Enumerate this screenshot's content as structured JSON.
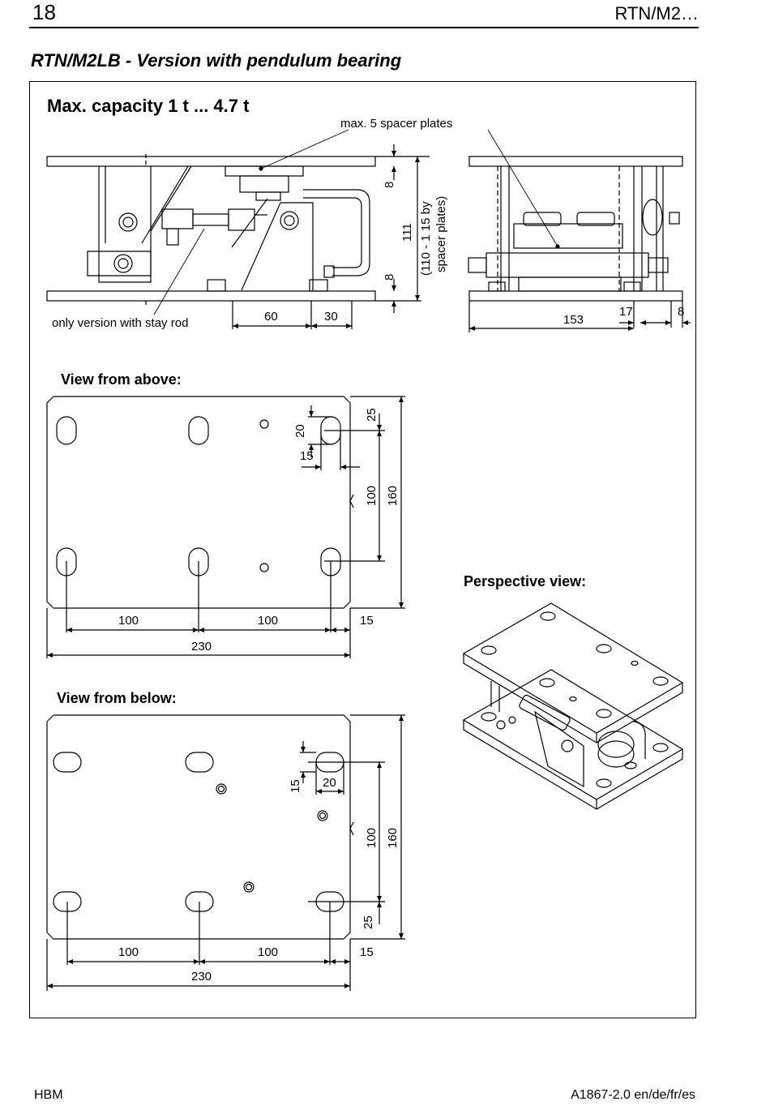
{
  "header": {
    "page_number": "18",
    "running_title": "RTN/M2…"
  },
  "section_title": "RTN/M2LB - Version with pendulum bearing",
  "figure": {
    "capacity": "Max. capacity 1 t ... 4.7 t",
    "side_view": {
      "spacer_note": "max. 5 spacer plates",
      "stay_rod_note": "only version with stay rod",
      "dim_plate_top": "8",
      "dim_plate_bottom": "8",
      "dim_height": "111",
      "dim_height_note_1": "(110 - 1 15 by",
      "dim_height_note_2": "spacer plates)",
      "dim_60": "60",
      "dim_30": "30"
    },
    "end_view": {
      "dim_153": "153",
      "dim_17": "17",
      "dim_8": "8"
    },
    "view_above": {
      "title": "View from above:",
      "dim_25": "25",
      "dim_20": "20",
      "dim_15_slot": "15",
      "dim_100_v": "100",
      "dim_160": "160",
      "dim_100_a": "100",
      "dim_100_b": "100",
      "dim_15_edge": "15",
      "dim_230": "230"
    },
    "view_below": {
      "title": "View from below:",
      "dim_15_slot": "15",
      "dim_20": "20",
      "dim_100_v": "100",
      "dim_160": "160",
      "dim_25": "25",
      "dim_100_a": "100",
      "dim_100_b": "100",
      "dim_15_edge": "15",
      "dim_230": "230"
    },
    "perspective": {
      "title": "Perspective view:"
    }
  },
  "footer": {
    "left": "HBM",
    "right": "A1867-2.0  en/de/fr/es"
  }
}
